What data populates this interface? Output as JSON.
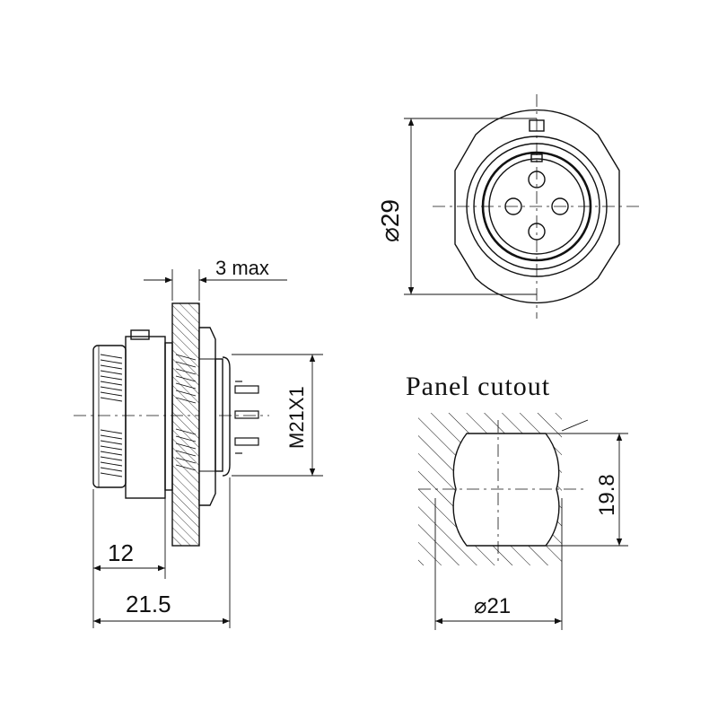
{
  "dimensions": {
    "panel_thickness": "3 max",
    "thread": "M21X1",
    "front_depth": "12",
    "overall_length": "21.5",
    "flange_diameter": "⌀29",
    "cutout_height": "19.8",
    "cutout_diameter": "⌀21"
  },
  "cutout_title": "Panel cutout",
  "colors": {
    "line": "#111111",
    "background": "#ffffff"
  }
}
